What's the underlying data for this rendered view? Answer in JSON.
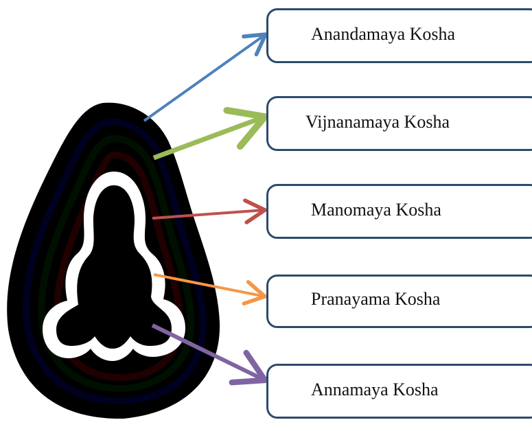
{
  "koshas": [
    {
      "label": "Anandamaya Kosha",
      "color": "#4f81bd"
    },
    {
      "label": "Vijnanamaya Kosha",
      "color": "#9bbb59"
    },
    {
      "label": "Manomaya Kosha",
      "color": "#c0504d"
    },
    {
      "label": "Pranayama Kosha",
      "color": "#f79646"
    },
    {
      "label": "Annamaya Kosha",
      "color": "#8064a2"
    }
  ],
  "figure": {
    "description_icon": "meditating-figure-icon",
    "outer_layer_color": "#000000",
    "aura_colors": [
      "#000020",
      "#001000",
      "#200000"
    ],
    "silhouette_outline_color": "#ffffff",
    "silhouette_fill_color": "#000000"
  },
  "box_border_color": "#2c4a6e"
}
